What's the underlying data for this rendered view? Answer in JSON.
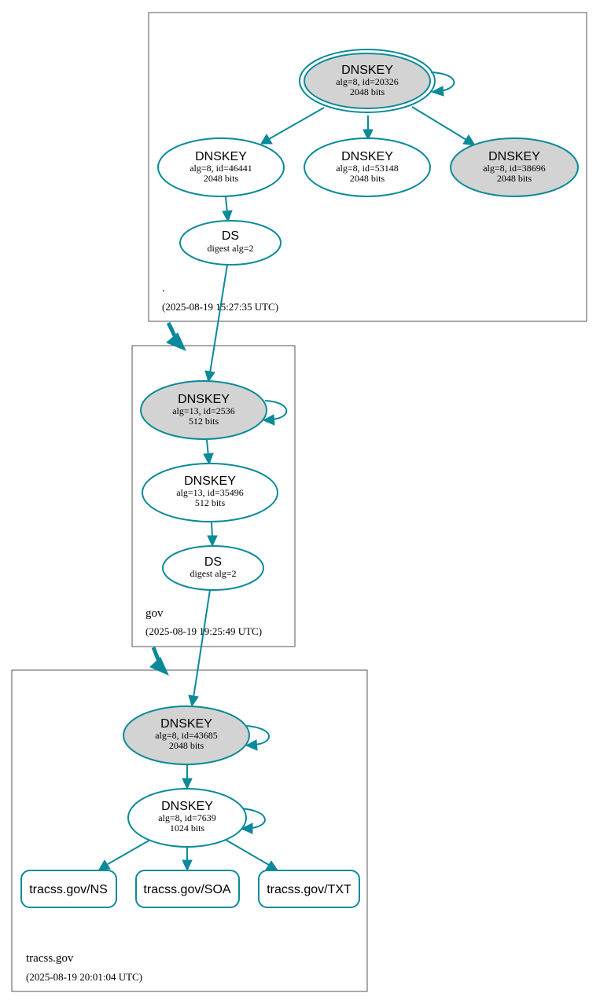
{
  "colors": {
    "edge": "#0a8a99",
    "node_fill_grey": "#d3d3d3",
    "node_fill_white": "#ffffff",
    "zone_border": "#555555"
  },
  "zones": {
    "root": {
      "name": ".",
      "timestamp": "(2025-08-19 15:27:35 UTC)"
    },
    "gov": {
      "name": "gov",
      "timestamp": "(2025-08-19 19:25:49 UTC)"
    },
    "tracss": {
      "name": "tracss.gov",
      "timestamp": "(2025-08-19 20:01:04 UTC)"
    }
  },
  "nodes": {
    "root_ksk": {
      "title": "DNSKEY",
      "line1": "alg=8, id=20326",
      "line2": "2048 bits"
    },
    "root_zsk1": {
      "title": "DNSKEY",
      "line1": "alg=8, id=46441",
      "line2": "2048 bits"
    },
    "root_zsk2": {
      "title": "DNSKEY",
      "line1": "alg=8, id=53148",
      "line2": "2048 bits"
    },
    "root_zsk3": {
      "title": "DNSKEY",
      "line1": "alg=8, id=38696",
      "line2": "2048 bits"
    },
    "root_ds": {
      "title": "DS",
      "line1": "digest alg=2"
    },
    "gov_ksk": {
      "title": "DNSKEY",
      "line1": "alg=13, id=2536",
      "line2": "512 bits"
    },
    "gov_zsk": {
      "title": "DNSKEY",
      "line1": "alg=13, id=35496",
      "line2": "512 bits"
    },
    "gov_ds": {
      "title": "DS",
      "line1": "digest alg=2"
    },
    "tr_ksk": {
      "title": "DNSKEY",
      "line1": "alg=8, id=43685",
      "line2": "2048 bits"
    },
    "tr_zsk": {
      "title": "DNSKEY",
      "line1": "alg=8, id=7639",
      "line2": "1024 bits"
    }
  },
  "rrsets": {
    "ns": "tracss.gov/NS",
    "soa": "tracss.gov/SOA",
    "txt": "tracss.gov/TXT"
  }
}
